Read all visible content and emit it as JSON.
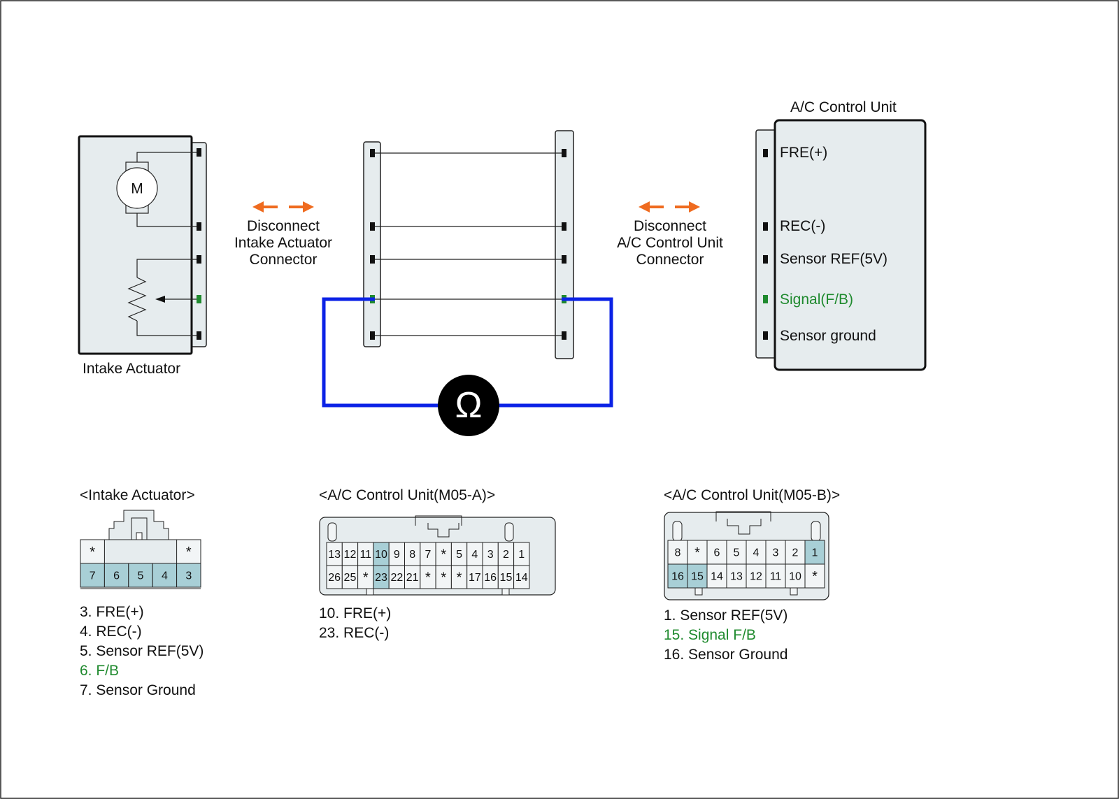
{
  "colors": {
    "panel_fill": "#e6ecee",
    "pin_highlight": "#a8cfd6",
    "signal_green": "#1f8a2e",
    "probe_wire_blue": "#0b22e6",
    "disconnect_arrow_orange": "#ef6b1f",
    "ohmmeter_fill": "#000000"
  },
  "icons": {
    "motor": "motor-symbol",
    "potentiometer": "potentiometer-symbol",
    "ohmmeter": "ohmmeter-symbol",
    "disconnect_arrows": "double-dashed-arrow-icon"
  },
  "top": {
    "intake_actuator_label": "Intake Actuator",
    "motor_letter": "M",
    "disconnect_left": [
      "Disconnect",
      "Intake Actuator",
      "Connector"
    ],
    "disconnect_right": [
      "Disconnect",
      "A/C Control Unit",
      "Connector"
    ],
    "ohm_symbol": "Ω",
    "acu_title": "A/C Control Unit",
    "acu_pins": [
      {
        "label": "FRE(+)",
        "highlight": false
      },
      {
        "label": "REC(-)",
        "highlight": false
      },
      {
        "label": "Sensor REF(5V)",
        "highlight": false
      },
      {
        "label": "Signal(F/B)",
        "highlight": true
      },
      {
        "label": "Sensor ground",
        "highlight": false
      }
    ]
  },
  "connectors": {
    "intake": {
      "title": "<Intake Actuator>",
      "top_row": [
        "*",
        "",
        "",
        "",
        "*"
      ],
      "bottom_row": [
        "7",
        "6",
        "5",
        "4",
        "3"
      ],
      "highlight_bottom": [
        "7",
        "6",
        "5",
        "4",
        "3"
      ],
      "legend": [
        {
          "text": "3. FRE(+)",
          "green": false
        },
        {
          "text": "4. REC(-)",
          "green": false
        },
        {
          "text": "5. Sensor REF(5V)",
          "green": false
        },
        {
          "text": "6. F/B",
          "green": true
        },
        {
          "text": "7. Sensor Ground",
          "green": false
        }
      ]
    },
    "m05a": {
      "title": "<A/C Control Unit(M05-A)>",
      "top_row": [
        "13",
        "12",
        "11",
        "10",
        "9",
        "8",
        "7",
        "*",
        "5",
        "4",
        "3",
        "2",
        "1"
      ],
      "bottom_row": [
        "26",
        "25",
        "*",
        "23",
        "22",
        "21",
        "*",
        "*",
        "*",
        "17",
        "16",
        "15",
        "14"
      ],
      "highlight": [
        "10",
        "23"
      ],
      "legend": [
        {
          "text": "10. FRE(+)",
          "green": false
        },
        {
          "text": "23. REC(-)",
          "green": false
        }
      ]
    },
    "m05b": {
      "title": "<A/C Control Unit(M05-B)>",
      "top_row": [
        "8",
        "*",
        "6",
        "5",
        "4",
        "3",
        "2",
        "1"
      ],
      "bottom_row": [
        "16",
        "15",
        "14",
        "13",
        "12",
        "11",
        "10",
        "*"
      ],
      "highlight": [
        "1",
        "16",
        "15"
      ],
      "legend": [
        {
          "text": "1. Sensor REF(5V)",
          "green": false
        },
        {
          "text": "15. Signal F/B",
          "green": true
        },
        {
          "text": "16. Sensor Ground",
          "green": false
        }
      ]
    }
  }
}
